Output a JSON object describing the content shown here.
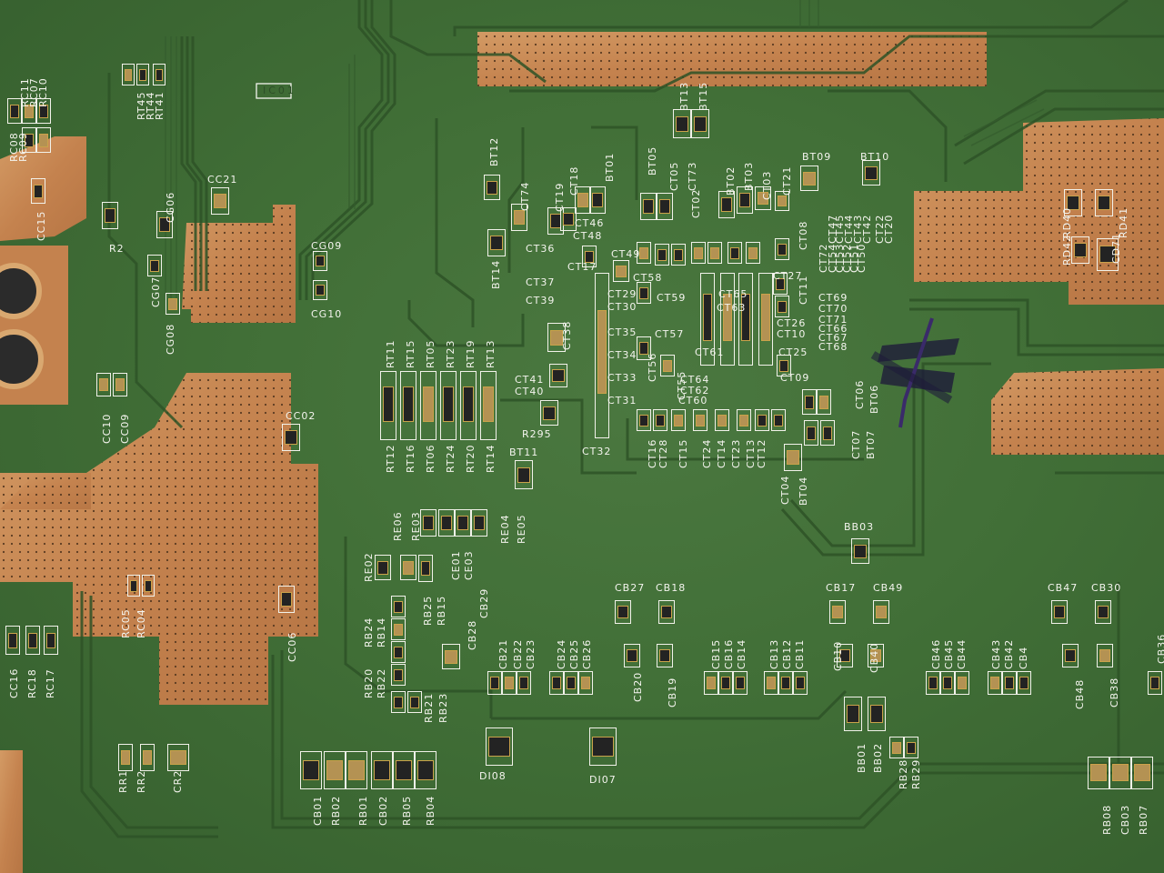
{
  "scene": {
    "subject": "green printed circuit board",
    "board_color": "#416f37",
    "copper_color": "#c88a55",
    "silkscreen_color": "#f4f4ee",
    "marker_color": "#1e1b3a"
  },
  "silkscreen": {
    "ic_mark": "IC01",
    "handwritten_mark": "X",
    "top_left": [
      "RC11",
      "RC07",
      "RC10",
      "RC08",
      "RC09",
      "CC15",
      "R2",
      "RT45",
      "RT44",
      "RT41",
      "CG06",
      "CG07",
      "CG08",
      "CC21",
      "CG09",
      "CG10"
    ],
    "left": [
      "CC10",
      "CC09",
      "CC02",
      "RC05",
      "RC04",
      "CC06",
      "CC16",
      "RC18",
      "RC17",
      "RR1",
      "RR2",
      "CR2"
    ],
    "center_resistors": [
      "RT11",
      "RT15",
      "RT05",
      "RT23",
      "RT19",
      "RT13",
      "RT12",
      "RT16",
      "RT06",
      "RT24",
      "RT20",
      "RT14"
    ],
    "center_upper": [
      "BT12",
      "CT74",
      "CT19",
      "CT18",
      "BT01",
      "BT05",
      "CT05",
      "CT73",
      "BT13",
      "BT15",
      "BT02",
      "BT03",
      "CT03",
      "CT21",
      "BT09",
      "BT10",
      "BT14",
      "CT36",
      "CT37",
      "CT39",
      "CT38",
      "CT41",
      "CT40",
      "R295",
      "BT11",
      "CT32",
      "CT46",
      "CT48",
      "CT17",
      "CT49",
      "CT58",
      "CT29",
      "CT30",
      "CT35",
      "CT34",
      "CT33",
      "CT31",
      "CT59",
      "CT65",
      "CT63",
      "CT57",
      "CT61",
      "CT56",
      "CT55",
      "CT64",
      "CT62",
      "CT60",
      "CT02",
      "CT27",
      "CT11",
      "CT26",
      "CT10",
      "CT25",
      "CT09",
      "CT08",
      "CT16",
      "CT28",
      "CT15",
      "CT24",
      "CT14",
      "CT23",
      "CT13",
      "CT12",
      "CT04",
      "BT04",
      "CT07",
      "BT07",
      "CT06",
      "BT06"
    ],
    "center_right": [
      "CT72",
      "CT54",
      "CT53",
      "CT52",
      "CT51",
      "CT50",
      "CT47",
      "CT45",
      "CT44",
      "CT43",
      "CT42",
      "CT22",
      "CT20",
      "CT69",
      "CT70",
      "CT71",
      "CT66",
      "CT67",
      "CT68"
    ],
    "right": [
      "RD40",
      "RD41",
      "RD42",
      "CD71"
    ],
    "middle": [
      "RE06",
      "RE03",
      "RE04",
      "RE05",
      "RE02",
      "CE01",
      "CE03",
      "BB03"
    ],
    "bottom_left": [
      "RB24",
      "RB14",
      "RB25",
      "RB15",
      "CB29",
      "CB28",
      "RB20",
      "RB22",
      "RB21",
      "RB23",
      "CB01",
      "RB02",
      "RB01",
      "CB02",
      "RB05",
      "RB04",
      "DI08",
      "DI07"
    ],
    "bottom_center": [
      "CB21",
      "CB22",
      "CB23",
      "CB24",
      "CB25",
      "CB26",
      "CB27",
      "CB18",
      "CB20",
      "CB19",
      "CB15",
      "CB16",
      "CB14",
      "CB13",
      "CB12",
      "CB11",
      "CB10",
      "CB40",
      "CB17",
      "CB49",
      "BB01",
      "BB02",
      "RB28",
      "RB29"
    ],
    "bottom_right": [
      "CB46",
      "CB45",
      "CB44",
      "CB43",
      "CB42",
      "CB4",
      "CB47",
      "CB30",
      "CB48",
      "CB38",
      "CB36",
      "RB08",
      "CB03",
      "RB07"
    ]
  }
}
